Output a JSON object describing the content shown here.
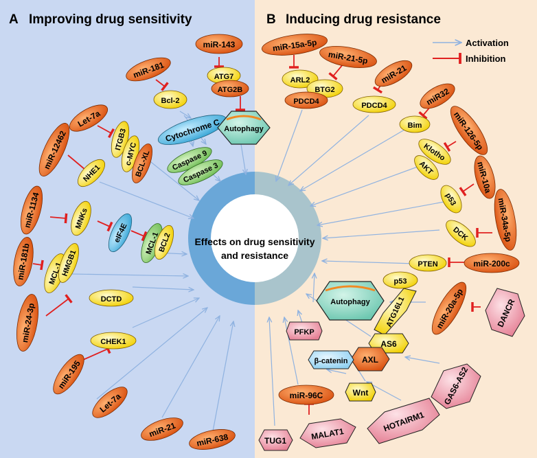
{
  "panels": {
    "left_title": "Improving drug sensitivity",
    "left_letter": "A",
    "right_title": "Inducing drug resistance",
    "right_letter": "B"
  },
  "legend": {
    "activation": "Activation",
    "inhibition": "Inhibition"
  },
  "center": {
    "line1": "Effects on drug sensitivity",
    "line2": "and resistance"
  },
  "colors": {
    "left_bg": "#c9d8f2",
    "right_bg": "#fbe9d4",
    "mirna": "#e8631a",
    "target": "#f6e21d",
    "lncrna": "#e8889a",
    "activation_arrow": "#8fb2e0",
    "inhibition": "#e02020"
  },
  "left": {
    "mir181": "miR-181",
    "bcl2": "Bcl-2",
    "mir143": "miR-143",
    "atg7": "ATG7",
    "atg2b": "ATG2B",
    "cytoc": "Cytochrome C",
    "casp9": "Caspase 9",
    "casp3": "Caspase 3",
    "autophagy": "Autophagy",
    "let7a_top": "Let-7a",
    "itgb3": "ITGB3",
    "cmyc": "c-MYC",
    "bclxl": "BCL-XL",
    "mir12462": "miR-12462",
    "nhe1": "NHE1",
    "mir1134": "miR-1134",
    "mnks": "MNKs",
    "eif4e": "eIF4E",
    "mcl1a": "MCL-1",
    "bcl2b": "BCL2",
    "mir181b": "miR-181b",
    "mcl1b": "MCL-1",
    "hmgb1": "HMGB1",
    "mir243p": "miR-24-3p",
    "dctd": "DCTD",
    "mir195": "miR-195",
    "chek1": "CHEK1",
    "let7a_bottom": "Let-7a",
    "mir21": "miR-21",
    "mir638": "miR-638"
  },
  "right": {
    "mir15a": "miR-15a-5p",
    "mir215p": "miR-21-5p",
    "arl2": "ARL2",
    "btg2": "BTG2",
    "pdcd4a": "PDCD4",
    "mir21": "miR-21",
    "pdcd4b": "PDCD4",
    "mir32": "miR32",
    "bim": "Bim",
    "mir126": "miR-126-5p",
    "klotho": "Klotho",
    "akt": "AKT",
    "mir10a": "miR-10a",
    "p53a": "p53",
    "mir34a": "miR-34a-5p",
    "dck": "DCK",
    "mir200c": "miR-200c",
    "pten": "PTEN",
    "p53b": "p53",
    "mir20a": "miR-20a-5p",
    "dancr": "DANCR",
    "atg16l1": "ATG16L1",
    "autophagy": "Autophagy",
    "pfkp": "PFKP",
    "as6": "AS6",
    "axl": "AXL",
    "bcatenin": "β-catenin",
    "gas6": "GAS6-AS2",
    "wnt": "Wnt",
    "hotairm1": "HOTAIRM1",
    "mir96c": "miR-96C",
    "malat1": "MALAT1",
    "tug1": "TUG1"
  }
}
